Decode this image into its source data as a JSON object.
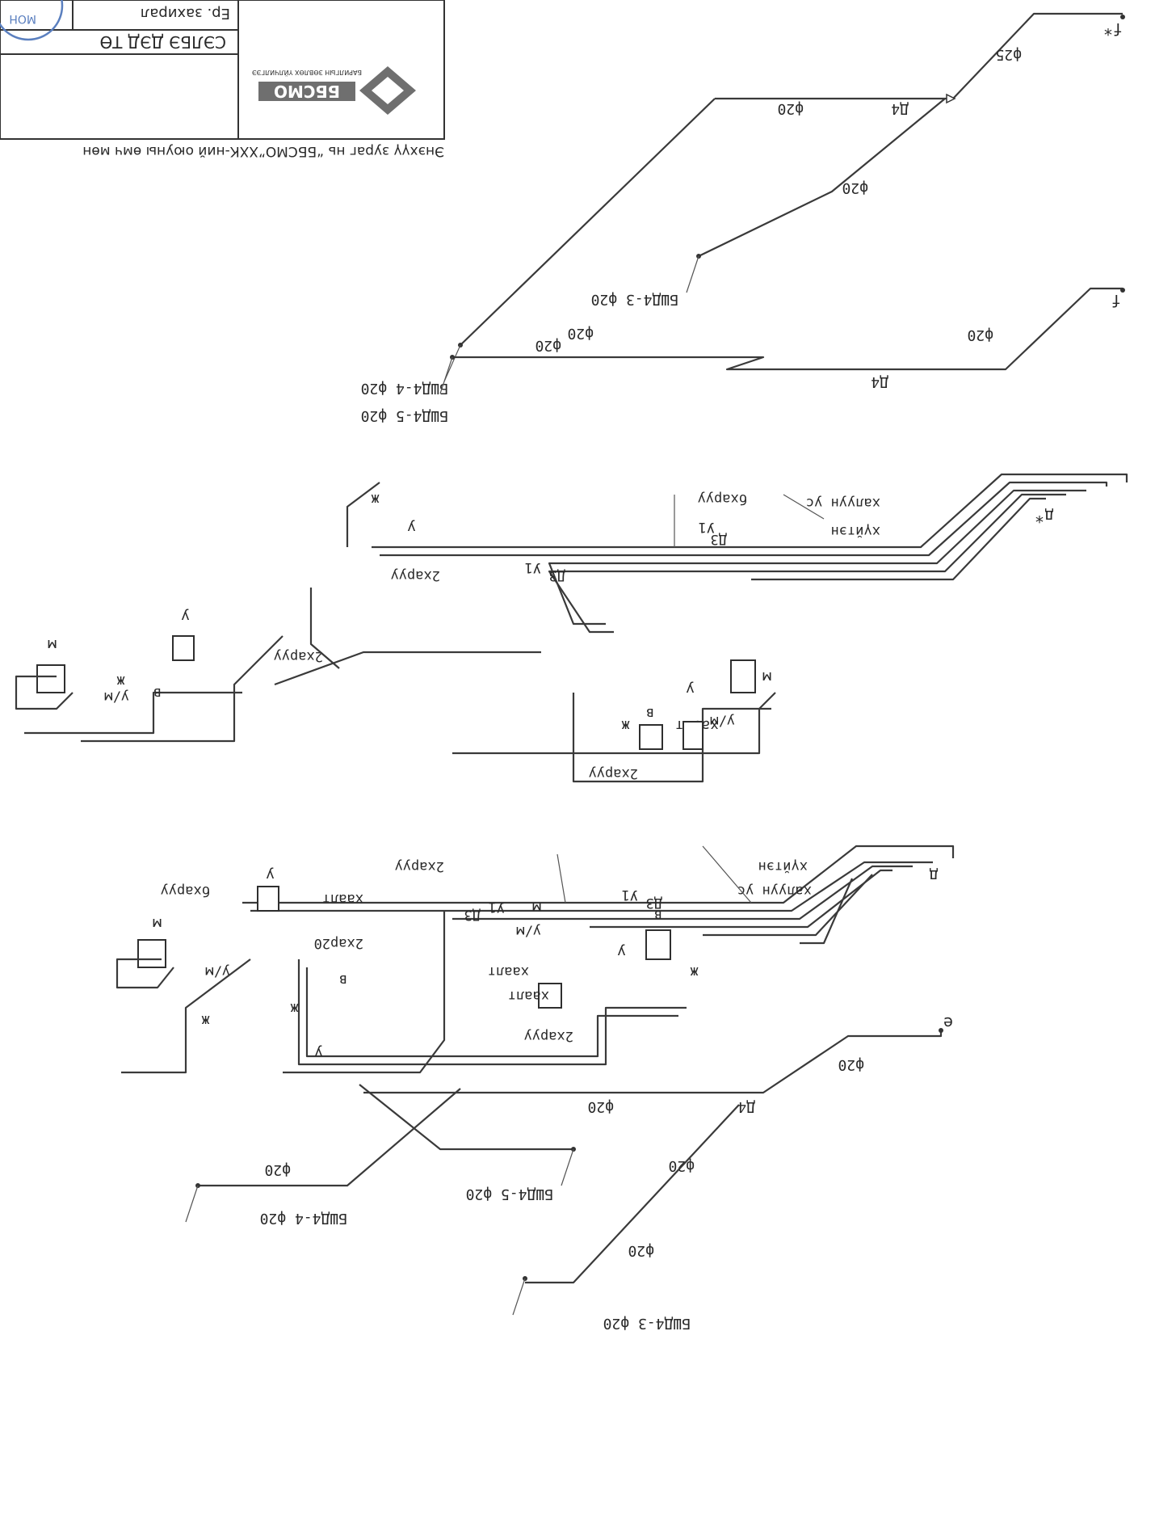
{
  "title_block": {
    "org_tagline": "БАРИЛГЫН ЗӨВЛӨХ ҮЙЛЧИЛГЭЭ",
    "logo_text": "ББСМО",
    "row_approver_label": "Ер. захирал",
    "row_company": "СЭЛБЭ ДЭД ТӨ",
    "caption": "Энэхүү зураг нь “ББСМО”ХХК-ний оюуны өмч мөн",
    "stamp_text": "МОН"
  },
  "colors": {
    "line": "#3a3a3a",
    "stamp": "#5a7fbf",
    "logo": "#6f6f6f"
  },
  "pipe_labels": {
    "d20": "ф20",
    "d25": "ф25",
    "d4": "Д4",
    "d3": "Д3",
    "u1": "У1",
    "v_bd4_3": "БШД4-3 ф20",
    "v_bd4_4": "БШД4-4 ф20",
    "v_bd4_5": "БШД4-5 ф20"
  },
  "fixture_labels": {
    "ugaalga": "у",
    "washer": "м",
    "shower_drain": "ж",
    "bath": "в",
    "um": "у/м",
    "hutsuur": "хаалт",
    "kitchen_riser": "2харуу",
    "riser2x20": "2хар20",
    "riser_bx": "бхаруу",
    "hot_water": "халуун ус",
    "cold_water": "хүйтэн"
  },
  "node_labels": {
    "e": "е",
    "d": "д",
    "d_star": "д*",
    "f": "f",
    "f_star": "f*"
  }
}
